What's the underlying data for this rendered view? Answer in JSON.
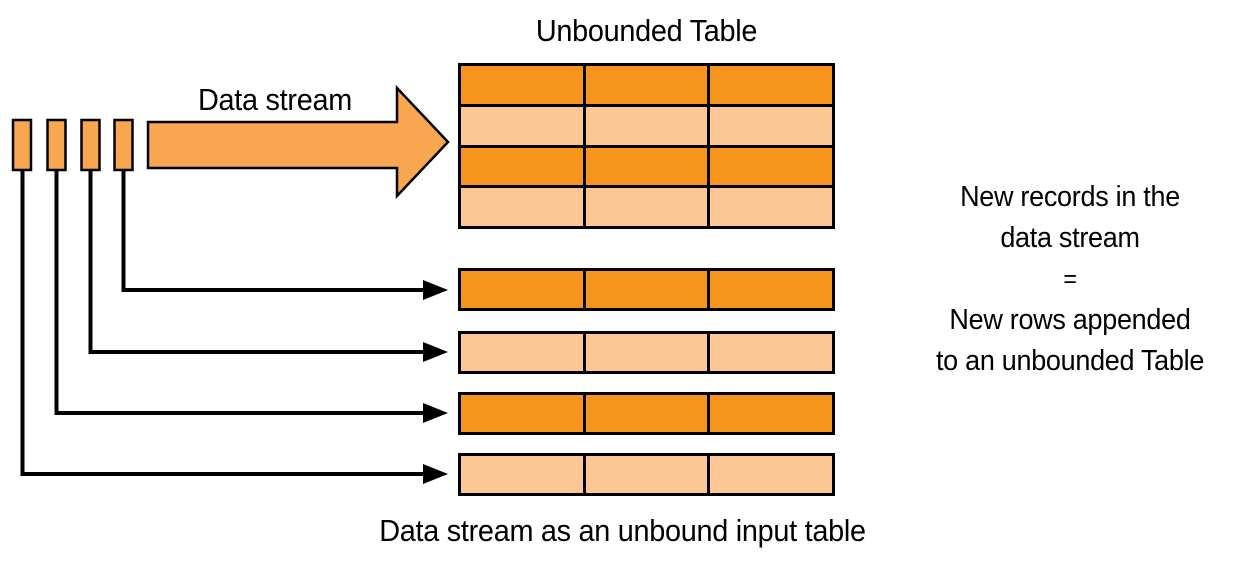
{
  "title": "Unbounded Table",
  "stream_label": "Data stream",
  "caption": "Data stream as an unbound input table",
  "annotation": {
    "lines": [
      "New records in the",
      "data stream",
      "=",
      "New rows appended",
      "to an unbounded Table"
    ]
  },
  "unbounded_table": {
    "columns": 3,
    "row_count": 4,
    "row_shades": [
      "dark",
      "light",
      "dark",
      "light"
    ]
  },
  "input_table_rows": {
    "columns": 3,
    "count": 4,
    "shades": [
      "dark",
      "light",
      "dark",
      "light"
    ]
  },
  "stream_records": {
    "count": 4
  },
  "colors": {
    "dark_orange": "#F7941E",
    "light_orange": "#FAC795",
    "stream_orange": "#F8A64F",
    "line": "#000000",
    "background": "#FFFFFF"
  }
}
